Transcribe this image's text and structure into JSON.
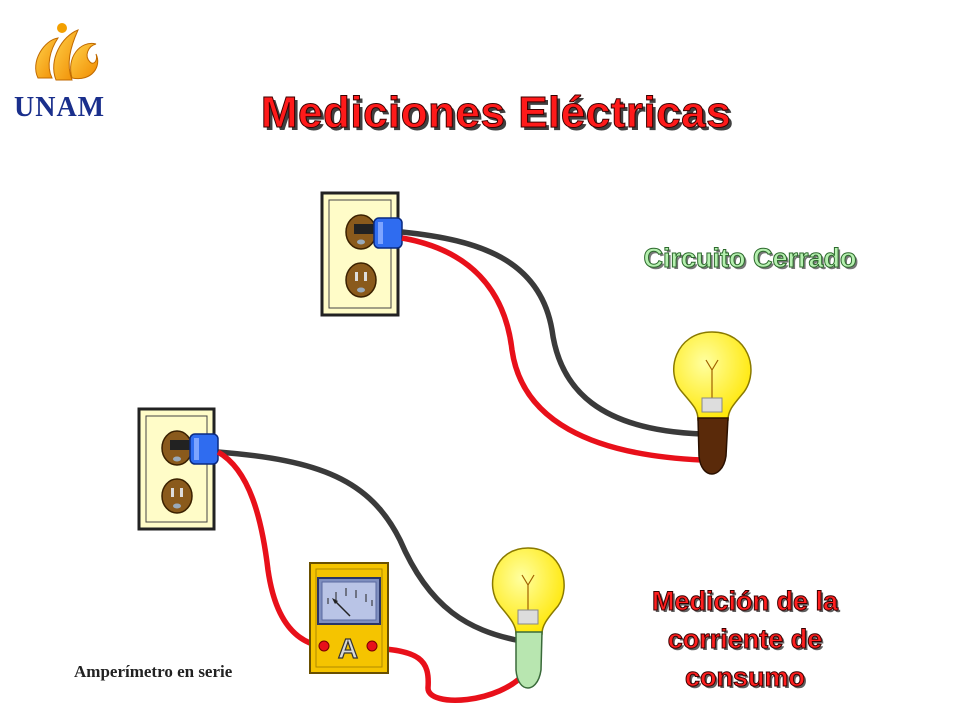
{
  "logo": {
    "institution": "UNAM",
    "mark": "iie-logo"
  },
  "title": "Mediciones Eléctricas",
  "labels": {
    "closed_circuit": "Circuito Cerrado",
    "measurement_line1": "Medición  de la",
    "measurement_line2": "corriente de",
    "measurement_line3": "consumo",
    "ammeter_caption": "Amperímetro en serie",
    "ammeter_symbol": "A"
  },
  "colors": {
    "title": "#ff1a1a",
    "institution": "#1a2f8c",
    "closed_circuit_text": "#b6f0b0",
    "measurement_text": "#ff1f1f",
    "wire_red": "#e8101a",
    "wire_black": "#3a3a3a",
    "outlet_plate": "#fffcc8",
    "outlet_socket": "#8a5a1c",
    "plug": "#2f6cf0",
    "bulb_glass": "#ffee22",
    "bulb_base_top": "#5a2a0a",
    "bulb_base_bottom": "#b8e6b0",
    "ammeter_body": "#f5c400"
  }
}
